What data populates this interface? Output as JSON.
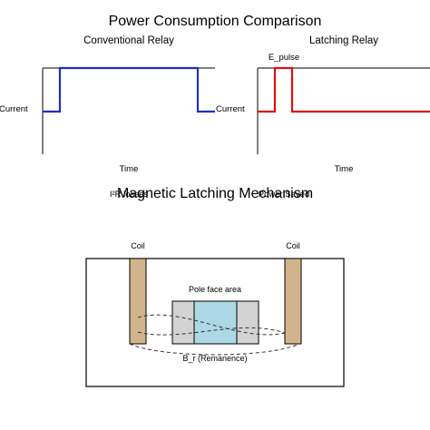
{
  "top_title": "Power Consumption Comparison",
  "conventional": {
    "title": "Conventional Relay",
    "y_label_left": "Current",
    "y_label_right": "Current",
    "x_label": "Time",
    "below_label": "I²R losses"
  },
  "latching": {
    "title": "Latching Relay",
    "pulse_label": "E_pulse",
    "x_label": "Time",
    "below_label": "Power Saved"
  },
  "mechanism": {
    "title": "Magnetic Latching Mechanism",
    "coil_left_label": "Coil",
    "coil_right_label": "Coil",
    "pole_face_label": "Pole face area",
    "remanence_label": "B_r (Remanence)"
  },
  "colors": {
    "conventional_trace": "#1f2fbf",
    "latching_trace": "#dd1111",
    "coil": "#d2b48c",
    "pole_face": "#add8e6",
    "pole_side": "#d3d3d3"
  }
}
